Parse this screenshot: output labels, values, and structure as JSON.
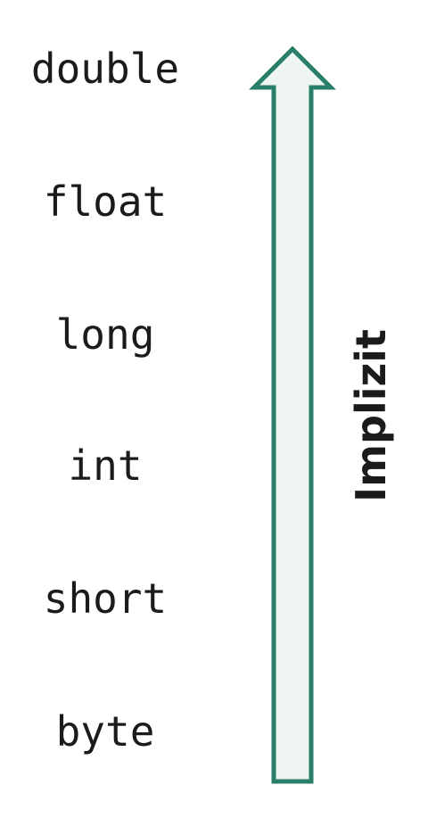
{
  "diagram": {
    "types_top_to_bottom": [
      "double",
      "float",
      "long",
      "int",
      "short",
      "byte"
    ],
    "direction_label": "Implizit",
    "arrow": {
      "direction": "up",
      "stroke_color": "#2a7f6c",
      "fill_color": "#eef5f1"
    }
  }
}
